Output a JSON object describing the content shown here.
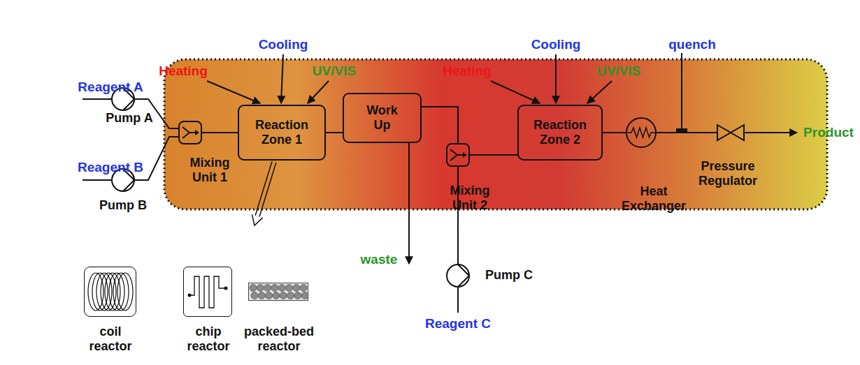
{
  "diagram": {
    "nodes": [
      {
        "text": [
          "Pump A"
        ]
      },
      {
        "text": [
          "Pump B"
        ]
      },
      {
        "text": [
          "Mixing Unit 1"
        ]
      },
      {
        "text": [
          "Reaction Zone 1"
        ]
      },
      {
        "text": [
          "Work Up"
        ]
      },
      {
        "text": [
          "Mixing Unit 2"
        ]
      },
      {
        "text": [
          "Pump C"
        ]
      },
      {
        "text": [
          "Reaction Zone 2"
        ]
      },
      {
        "text": [
          "Heat Exchanger"
        ]
      },
      {
        "text": [
          "Pressure Regulator"
        ]
      },
      {
        "text": [
          "coil reactor"
        ]
      },
      {
        "text": [
          "chip reactor"
        ]
      },
      {
        "text": [
          "packed-bed reactor"
        ]
      }
    ],
    "edges": [
      {
        "from": 0,
        "to": 2,
        "arrow": "none"
      },
      {
        "from": 1,
        "to": 2,
        "arrow": "none"
      },
      {
        "from": 2,
        "to": 3,
        "arrow": "none"
      },
      {
        "from": 3,
        "to": 4,
        "arrow": "none"
      },
      {
        "from": 4,
        "to": 5,
        "arrow": "none"
      },
      {
        "from": 6,
        "to": 5,
        "arrow": "none"
      },
      {
        "from": 5,
        "to": 7,
        "arrow": "none"
      },
      {
        "from": 7,
        "to": 8,
        "arrow": "none"
      },
      {
        "from": 8,
        "to": 9,
        "arrow": "none"
      }
    ],
    "labels": [
      "Reagent A",
      "Reagent B",
      "Heating",
      "Cooling",
      "UV/VIS",
      "Heating",
      "Cooling",
      "UV/VIS",
      "quench",
      "waste",
      "Reagent C",
      "Product"
    ]
  }
}
